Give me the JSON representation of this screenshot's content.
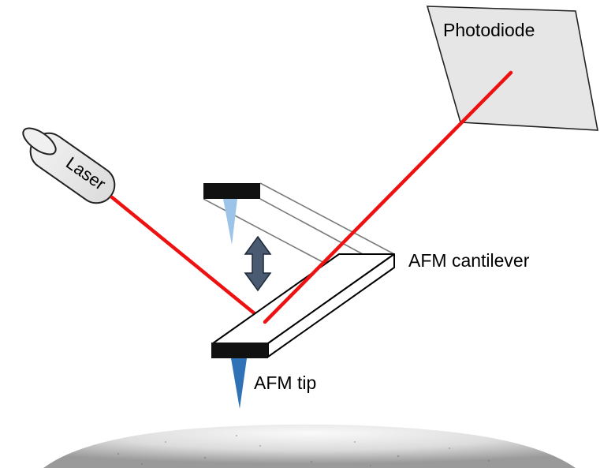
{
  "labels": {
    "photodiode": "Photodiode",
    "laser": "Laser",
    "cantilever": "AFM cantilever",
    "tip": "AFM tip"
  },
  "colors": {
    "laser_beam": "#ee1111",
    "photodiode_fill": "#e6e6e6",
    "tip_ghost": "#9cc3e8",
    "tip": "#2f72b6",
    "arrow": "#4a5a70",
    "mount": "#111111",
    "sample": "#d9d9d9"
  }
}
